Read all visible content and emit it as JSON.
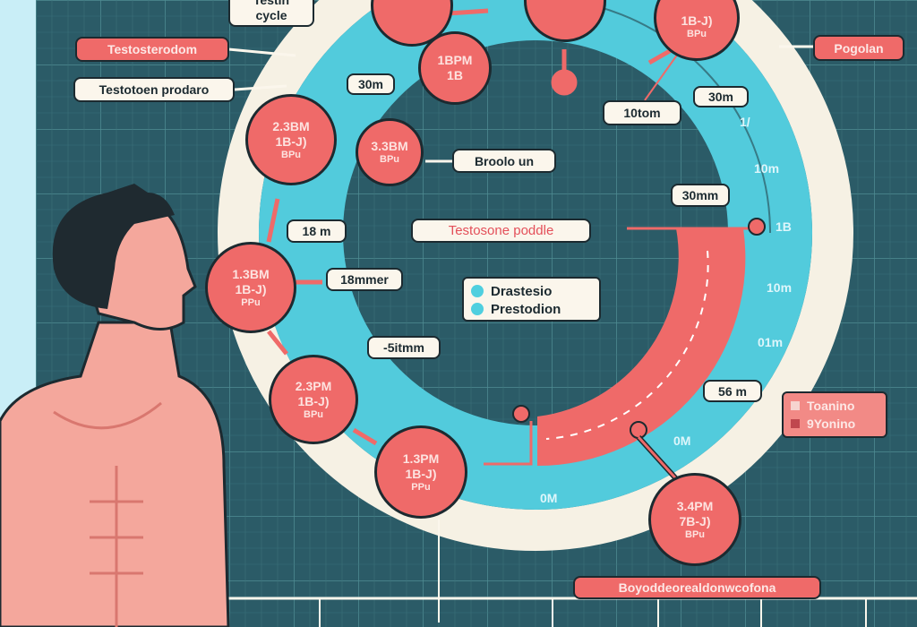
{
  "colors": {
    "background": "#2b5b67",
    "ring_outer": "#f6f1e4",
    "ring_cyan": "#52cbdc",
    "accent_red": "#ef6a69",
    "outline": "#1c2a30"
  },
  "callouts": {
    "cycle_box": [
      "Testin",
      "cycle"
    ],
    "testosterodom": "Testosterodom",
    "testotoen_prodaro": "Testotoen prodaro",
    "pogolan": "Pogolan",
    "broolo_un": "Broolo un",
    "center_title": "Testosone poddle",
    "bottom_banner": "Boyoddeorealdonwcofona"
  },
  "time_labels": {
    "t_30m_left": "30m",
    "t_10tom": "10tom",
    "t_30m_right": "30m",
    "t_30mm": "30mm",
    "t_18m": "18 m",
    "t_18mmer": "18mmer",
    "t_5itmm": "-5itmm",
    "t_56m": "56 m"
  },
  "ring_scale": [
    "1/",
    "10m",
    "1B",
    "10m",
    "01m",
    "0M",
    "0M"
  ],
  "nodes": [
    {
      "l1": "1BPM",
      "l2": "1B"
    },
    {
      "l1": "",
      "l2": "1B-J)",
      "l3": "BPu"
    },
    {
      "l1": "2.3BM",
      "l2": "1B-J)",
      "l3": "BPu"
    },
    {
      "l1": "3.3BM",
      "l2": "BPu"
    },
    {
      "l1": "1.3BM",
      "l2": "1B-J)",
      "l3": "PPu"
    },
    {
      "l1": "2.3PM",
      "l2": "1B-J)",
      "l3": "BPu"
    },
    {
      "l1": "1.3PM",
      "l2": "1B-J)",
      "l3": "PPu"
    },
    {
      "l1": "3.4PM",
      "l2": "7B-J)",
      "l3": "BPu"
    }
  ],
  "legend_center": [
    "Drastesio",
    "Prestodion"
  ],
  "legend_right": [
    "Toanino",
    "9Yonino"
  ]
}
